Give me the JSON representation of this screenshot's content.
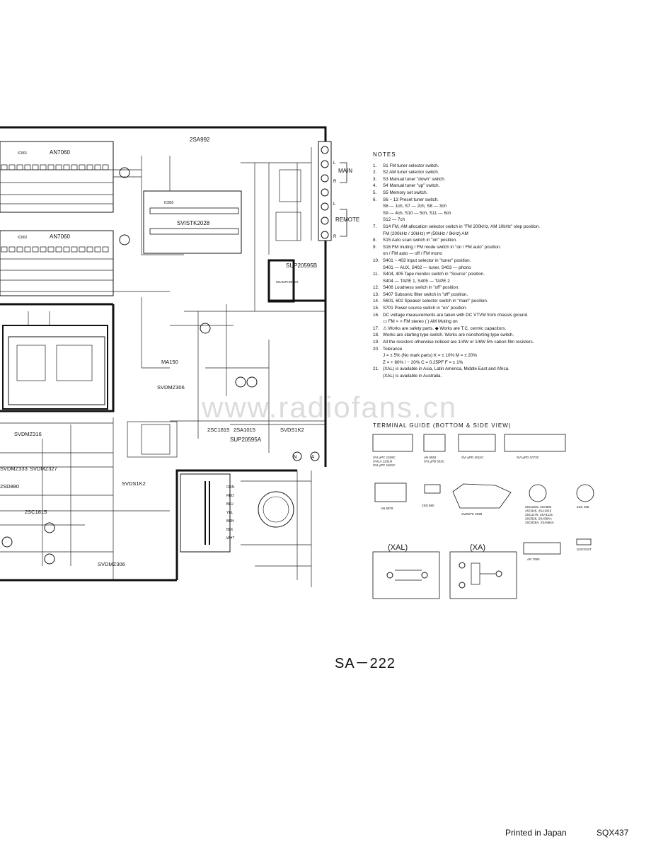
{
  "schematic": {
    "ics": [
      "AN7060",
      "AN7060",
      "SVISTK2028"
    ],
    "transistors": [
      "2SA992",
      "2SC1815",
      "2SA1015",
      "2SD880",
      "2SC1815"
    ],
    "diodes": [
      "MA150",
      "SVDMZ306",
      "SVDMZ316",
      "SVDMZ327",
      "SVDS1K2",
      "SVDS1K2",
      "SVDMZ306",
      "SVDMZ333"
    ],
    "boards": [
      "SUP20595B",
      "SUP20595A"
    ],
    "outputs": {
      "main": "MAIN",
      "remote": "REMOTE",
      "headphones": "HEADPHONES",
      "left": "L",
      "right": "R"
    },
    "ic_ref_top": "IC801",
    "ic_ref_mid": "IC802",
    "ic_ref_power": "IC803",
    "circle_labels": [
      "N",
      "A"
    ],
    "wire_colors": [
      "ORN",
      "RED",
      "BLU",
      "YEL",
      "BRN",
      "BLK",
      "WHT"
    ]
  },
  "notes": {
    "heading": "NOTES",
    "items": [
      {
        "n": "1.",
        "t": "S1     FM  tuner  selector  switch."
      },
      {
        "n": "2.",
        "t": "S2     AM  tuner  selector  switch."
      },
      {
        "n": "3.",
        "t": "S3     Manual  tuner  \"down\"  switch."
      },
      {
        "n": "4.",
        "t": "S4     Manual  tuner  \"up\"  switch."
      },
      {
        "n": "5.",
        "t": "S5     Memory  set  switch."
      },
      {
        "n": "6.",
        "t": "S6 ~ 13     Preset  tuner  switch."
      },
      {
        "n": "",
        "t": "        S6 — 1ch,  S7 — 2ch,  S8 — 3ch"
      },
      {
        "n": "",
        "t": "        S9 — 4ch,  S10 — 5ch,  S11 — 6ch"
      },
      {
        "n": "",
        "t": "        S12 — 7ch"
      },
      {
        "n": "7.",
        "t": "S14   FM, AM  allocation  selector  switch  in  \"FM 200kHz, AM 10kHz\"  step  position."
      },
      {
        "n": "",
        "t": "        FM (200kHz / 10kHz) ⇄ (50kHz / 9kHz)  AM"
      },
      {
        "n": "8.",
        "t": "S15   Auto  scan  switch  in  \"on\"  position."
      },
      {
        "n": "9.",
        "t": "S16   FM  muting / FM  mode  switch  in  \"on / FM  auto\"  position."
      },
      {
        "n": "",
        "t": "        on / FM auto — off / FM mono"
      },
      {
        "n": "10.",
        "t": "S401 ~ 403   Input  selector  in  \"tuner\"  position."
      },
      {
        "n": "",
        "t": "        S401 — AUX,  S402 — tuner,  S403 — phono"
      },
      {
        "n": "11.",
        "t": "S404, 405   Tape  monitor  switch  in  \"Source\"  position."
      },
      {
        "n": "",
        "t": "        S404 — TAPE 1,   S405 — TAPE 2"
      },
      {
        "n": "12.",
        "t": "S406    Loudness  switch  in  \"off\"  position."
      },
      {
        "n": "13.",
        "t": "S407    Subsonic  filter  switch  in  \"off\"  position."
      },
      {
        "n": "14.",
        "t": "S601, 602   Speaker  selector  switch  in  \"main\"  position."
      },
      {
        "n": "15.",
        "t": "S701    Power  source  switch  in  \"on\"  position."
      },
      {
        "n": "16.",
        "t": "DC  voltage  measurements  are  taken  with  DC  VTVM  from  chassis  ground."
      },
      {
        "n": "",
        "t": "        ▭ FM    < > FM stereo    ( ) AM    Muting on"
      },
      {
        "n": "17.",
        "t": "⚠ Works  are  safety  parts.     ◆ Works  are  T.C.  cermic  capacitors."
      },
      {
        "n": "18.",
        "t": "Works  are  starting  type  switch.      Works  are  nonshorting  type  switch."
      },
      {
        "n": "19.",
        "t": "All  the  resistors  otherwise  noticed  are  1/4W  or  1/6W  5%  cabon  film  resisters."
      },
      {
        "n": "20.",
        "t": "Tolerance"
      },
      {
        "n": "",
        "t": "        J = ± 5% (No mark parts)   K = ± 10%    M = ± 20%"
      },
      {
        "n": "",
        "t": "        Z = + 80% / − 20%    C = 0.25PF    F = ± 1%"
      },
      {
        "n": "21.",
        "t": "(XAL)  is  available  in  Asia,  Latin  America,  Middle  East  and  Africa."
      },
      {
        "n": "",
        "t": "        (XAL)  is  available  in  Australia."
      }
    ]
  },
  "terminal_guide": {
    "title": "TERMINAL  GUIDE (BOTTOM  &  SIDE  VIEW)",
    "parts": [
      {
        "label": "SVI μPC 1018C\nSVILA  1231N\nSVI μPC 1161C"
      },
      {
        "label": "AN 6552\nSVI μPB 552C"
      },
      {
        "label": "SVI μPD 4011C"
      },
      {
        "label": "SVI μPD 1073C"
      },
      {
        "label": "AN 6878"
      },
      {
        "label": "2SD 880"
      },
      {
        "label": "SVDSTK 2028"
      },
      {
        "label": "2SC1815, 2SA992\n2SC945, 2SA1015\n2SC1175, 2SA1121\n2SC828, 2SA564A\n2SC828A, 2SA564A"
      },
      {
        "label": "2SK 195"
      },
      {
        "label": "AN 7060"
      },
      {
        "label": "SVIJTAST"
      }
    ]
  },
  "variants": {
    "xal": "(XAL)",
    "xa": "(XA)"
  },
  "model": "SA－222",
  "printed": "Printed in Japan",
  "code": "SQX437",
  "watermark": "www.radiofans.cn"
}
